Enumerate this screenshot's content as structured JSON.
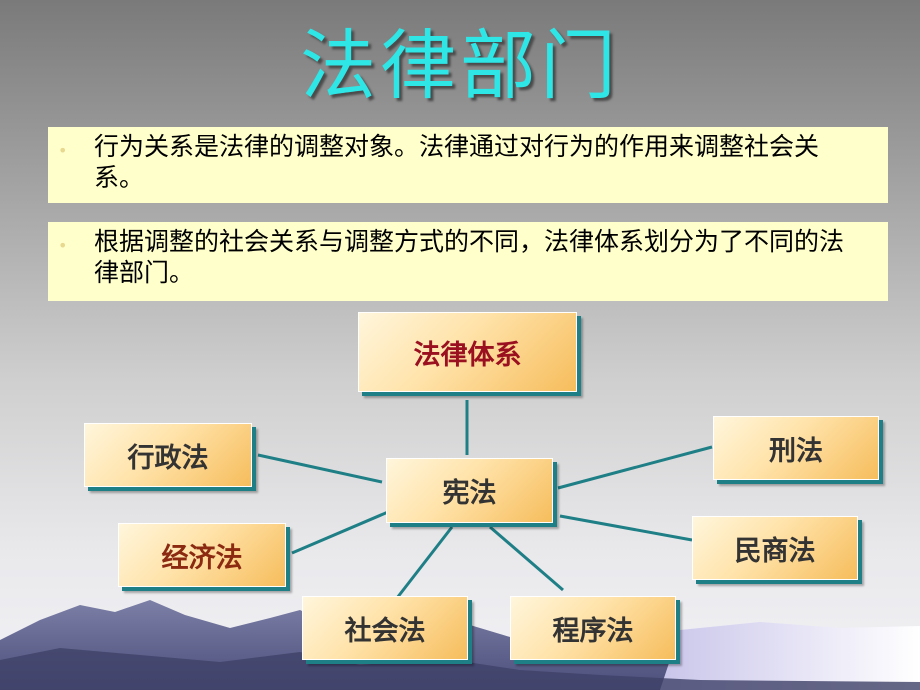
{
  "title": "法律部门",
  "bullets": [
    "行为关系是法律的调整对象。法律通过对行为的作用来调整社会关系。",
    "根据调整的社会关系与调整方式的不同，法律体系划分为了不同的法律部门。"
  ],
  "bullet_marker": "•",
  "diagram": {
    "root": "法律体系",
    "center": "宪法",
    "branches": [
      "行政法",
      "经济法",
      "社会法",
      "程序法",
      "民商法",
      "刑法"
    ]
  },
  "colors": {
    "title": "#2ee6e6",
    "bullet_bg": "#ffffcc",
    "node_shadow": "#1f7f86",
    "connector": "#1f7f86",
    "root_text": "#9a1020",
    "econ_text": "#8b2a10"
  }
}
